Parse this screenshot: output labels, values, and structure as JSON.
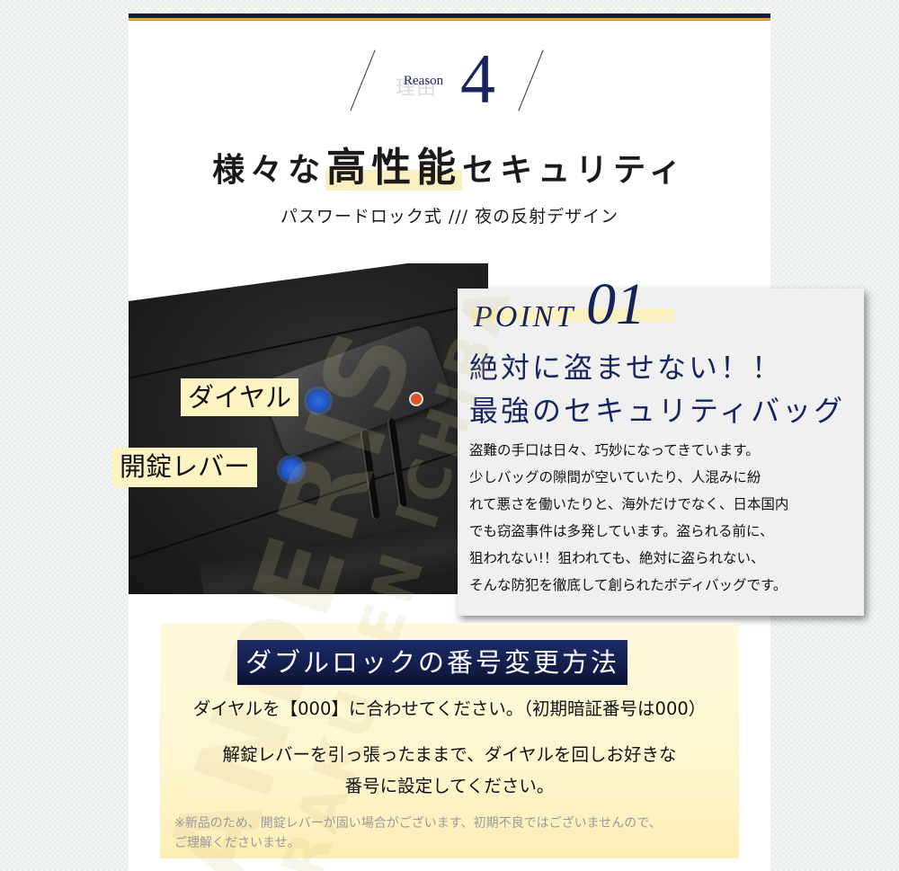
{
  "header": {
    "reason_ghost": "理由",
    "reason_label": "Reason",
    "reason_number": "4",
    "title_prefix": "様々な",
    "title_highlight": "高性能",
    "title_suffix": "セキュリティ",
    "subtitle": "パスワードロック式 /// 夜の反射デザイン"
  },
  "photo": {
    "labels": {
      "dial": "ダイヤル",
      "lever": "開錠レバー"
    },
    "icons": [
      "dial-marker-dot",
      "lever-marker-dot",
      "lock-emblem"
    ]
  },
  "point": {
    "word": "POINT",
    "number": "01",
    "heading_line1": "絶対に盗ませない！！",
    "heading_line2": "最強のセキュリティバッグ",
    "body_lines": [
      "盗難の手口は日々、巧妙になってきています。",
      "少しバッグの隙間が空いていたり、人混みに紛",
      "れて悪さを働いたりと、海外だけでなく、日本国内",
      "でも窃盗事件は多発しています。盗られる前に、",
      "狙われない!！狙われても、絶対に盗られない、",
      "そんな防犯を徹底して創られたボディバッグです。"
    ]
  },
  "how_to": {
    "title": "ダブルロックの番号変更方法",
    "step1": "ダイヤルを【000】に合わせてください。（初期暗証番号は000）",
    "step2_line1": "解錠レバーを引っ張ったままで、ダイヤルを回しお好きな",
    "step2_line2": "番号に設定してください。",
    "note_line1": "※新品のため、開錠レバーが固い場合がございます、初期不良ではございませんので、",
    "note_line2": "ご理解くださいませ。"
  },
  "watermark": {
    "line1": "ANDERIS",
    "line2": "RAKUTEN ICHIBA"
  },
  "colors": {
    "navy": "#16225a",
    "highlight_yellow": "#fbeec0",
    "label_yellow": "#fdf3c3",
    "box_yellow": "#fff6cf",
    "marker_blue": "#2f6fe0",
    "emblem_red": "#e0502a",
    "accent_gold": "#c98a2e"
  }
}
